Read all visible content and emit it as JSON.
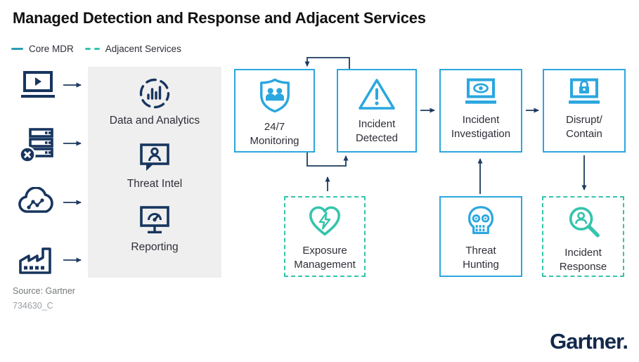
{
  "title": "Managed Detection and Response and Adjacent Services",
  "legend": {
    "core": {
      "label": "Core MDR",
      "color": "#2A9DB5",
      "style": "solid"
    },
    "adjacent": {
      "label": "Adjacent Services",
      "color": "#35C4AC",
      "style": "dashed"
    }
  },
  "colors": {
    "navy_icons": "#17355E",
    "arrows": "#1D3B5F",
    "core_box_border": "#2BA7DF",
    "adjacent_box_border": "#35C4AC",
    "panel_background": "#EFEFEF",
    "label_text": "#2E2E38"
  },
  "inputs": [
    {
      "icon": "laptop-video-icon"
    },
    {
      "icon": "server-alert-icon"
    },
    {
      "icon": "cloud-network-icon"
    },
    {
      "icon": "factory-icon"
    }
  ],
  "panel": {
    "items": [
      {
        "icon": "data-analytics-icon",
        "label": "Data and Analytics"
      },
      {
        "icon": "threat-intel-icon",
        "label": "Threat Intel"
      },
      {
        "icon": "reporting-icon",
        "label": "Reporting"
      }
    ]
  },
  "flow": {
    "boxes": [
      {
        "id": "monitoring",
        "label": "24/7\nMonitoring",
        "icon": "shield-team-icon",
        "category": "core"
      },
      {
        "id": "incident-detected",
        "label": "Incident\nDetected",
        "icon": "warning-triangle-icon",
        "category": "core"
      },
      {
        "id": "incident-investigation",
        "label": "Incident\nInvestigation",
        "icon": "laptop-eye-icon",
        "category": "core"
      },
      {
        "id": "disrupt-contain",
        "label": "Disrupt/\nContain",
        "icon": "laptop-lock-icon",
        "category": "core"
      },
      {
        "id": "exposure-management",
        "label": "Exposure\nManagement",
        "icon": "heart-bolt-icon",
        "category": "adjacent"
      },
      {
        "id": "threat-hunting",
        "label": "Threat\nHunting",
        "icon": "skull-icon",
        "category": "core"
      },
      {
        "id": "incident-response",
        "label": "Incident\nResponse",
        "icon": "magnifier-person-icon",
        "category": "adjacent"
      }
    ]
  },
  "footer": {
    "source": "Source: Gartner",
    "doc_id": "734630_C",
    "brand": "Gartner."
  }
}
